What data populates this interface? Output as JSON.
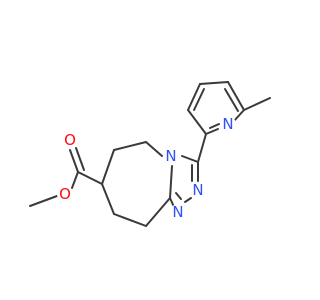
{
  "molecule": {
    "atom_labels": {
      "ester_carbonyl_oxygen": "O",
      "ester_ether_oxygen": "O",
      "pyridine_nitrogen": "N",
      "triazole_nitrogen_bridgehead": "N",
      "triazole_nitrogen_4": "N",
      "triazole_nitrogen_5": "N"
    }
  },
  "colors": {
    "bond": "#3a3a3a",
    "oxygen": "#ff0d0d",
    "nitrogen": "#3050f8",
    "background": "#ffffff"
  }
}
